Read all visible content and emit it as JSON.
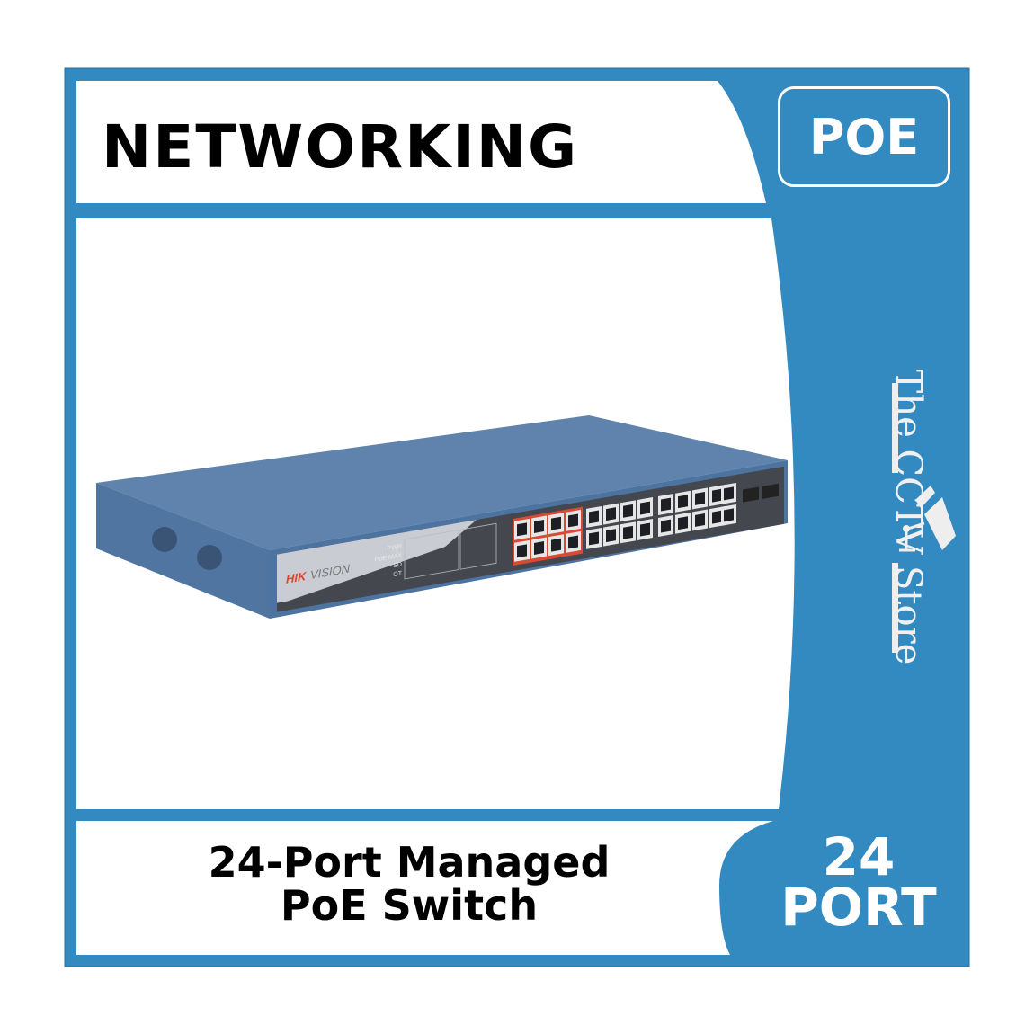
{
  "header": {
    "title": "NETWORKING",
    "badge": "POE"
  },
  "product": {
    "brand": "HIKVISION",
    "caption_line1": "24-Port Managed",
    "caption_line2": "PoE Switch",
    "led_labels": [
      "PWR",
      "PoE MAX",
      "SD",
      "OT"
    ]
  },
  "side_badge": {
    "count": "24",
    "unit": "PORT"
  },
  "store": {
    "name": "The CCTV Store"
  },
  "colors": {
    "accent": "#328ac0",
    "panel": "#ffffff",
    "switch_body": "#5a7fa8",
    "switch_front": "#4a4e56"
  }
}
